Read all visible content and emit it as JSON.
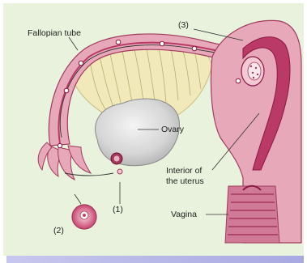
{
  "labels": {
    "fallopian_tube": "Fallopian tube",
    "step3": "(3)",
    "ovary": "Ovary",
    "interior_line1": "Interior of",
    "interior_line2": "the uterus",
    "step1": "(1)",
    "step2": "(2)",
    "vagina": "Vagina"
  },
  "colors": {
    "panel": "#e9f2dc",
    "tissue_light": "#e7a9b9",
    "tissue_dark": "#b93a67",
    "lumen": "#8c1742",
    "ovary": "#d9d9d9",
    "ligament": "#f1e9b9",
    "accent_bar": "#b4b4e6"
  }
}
